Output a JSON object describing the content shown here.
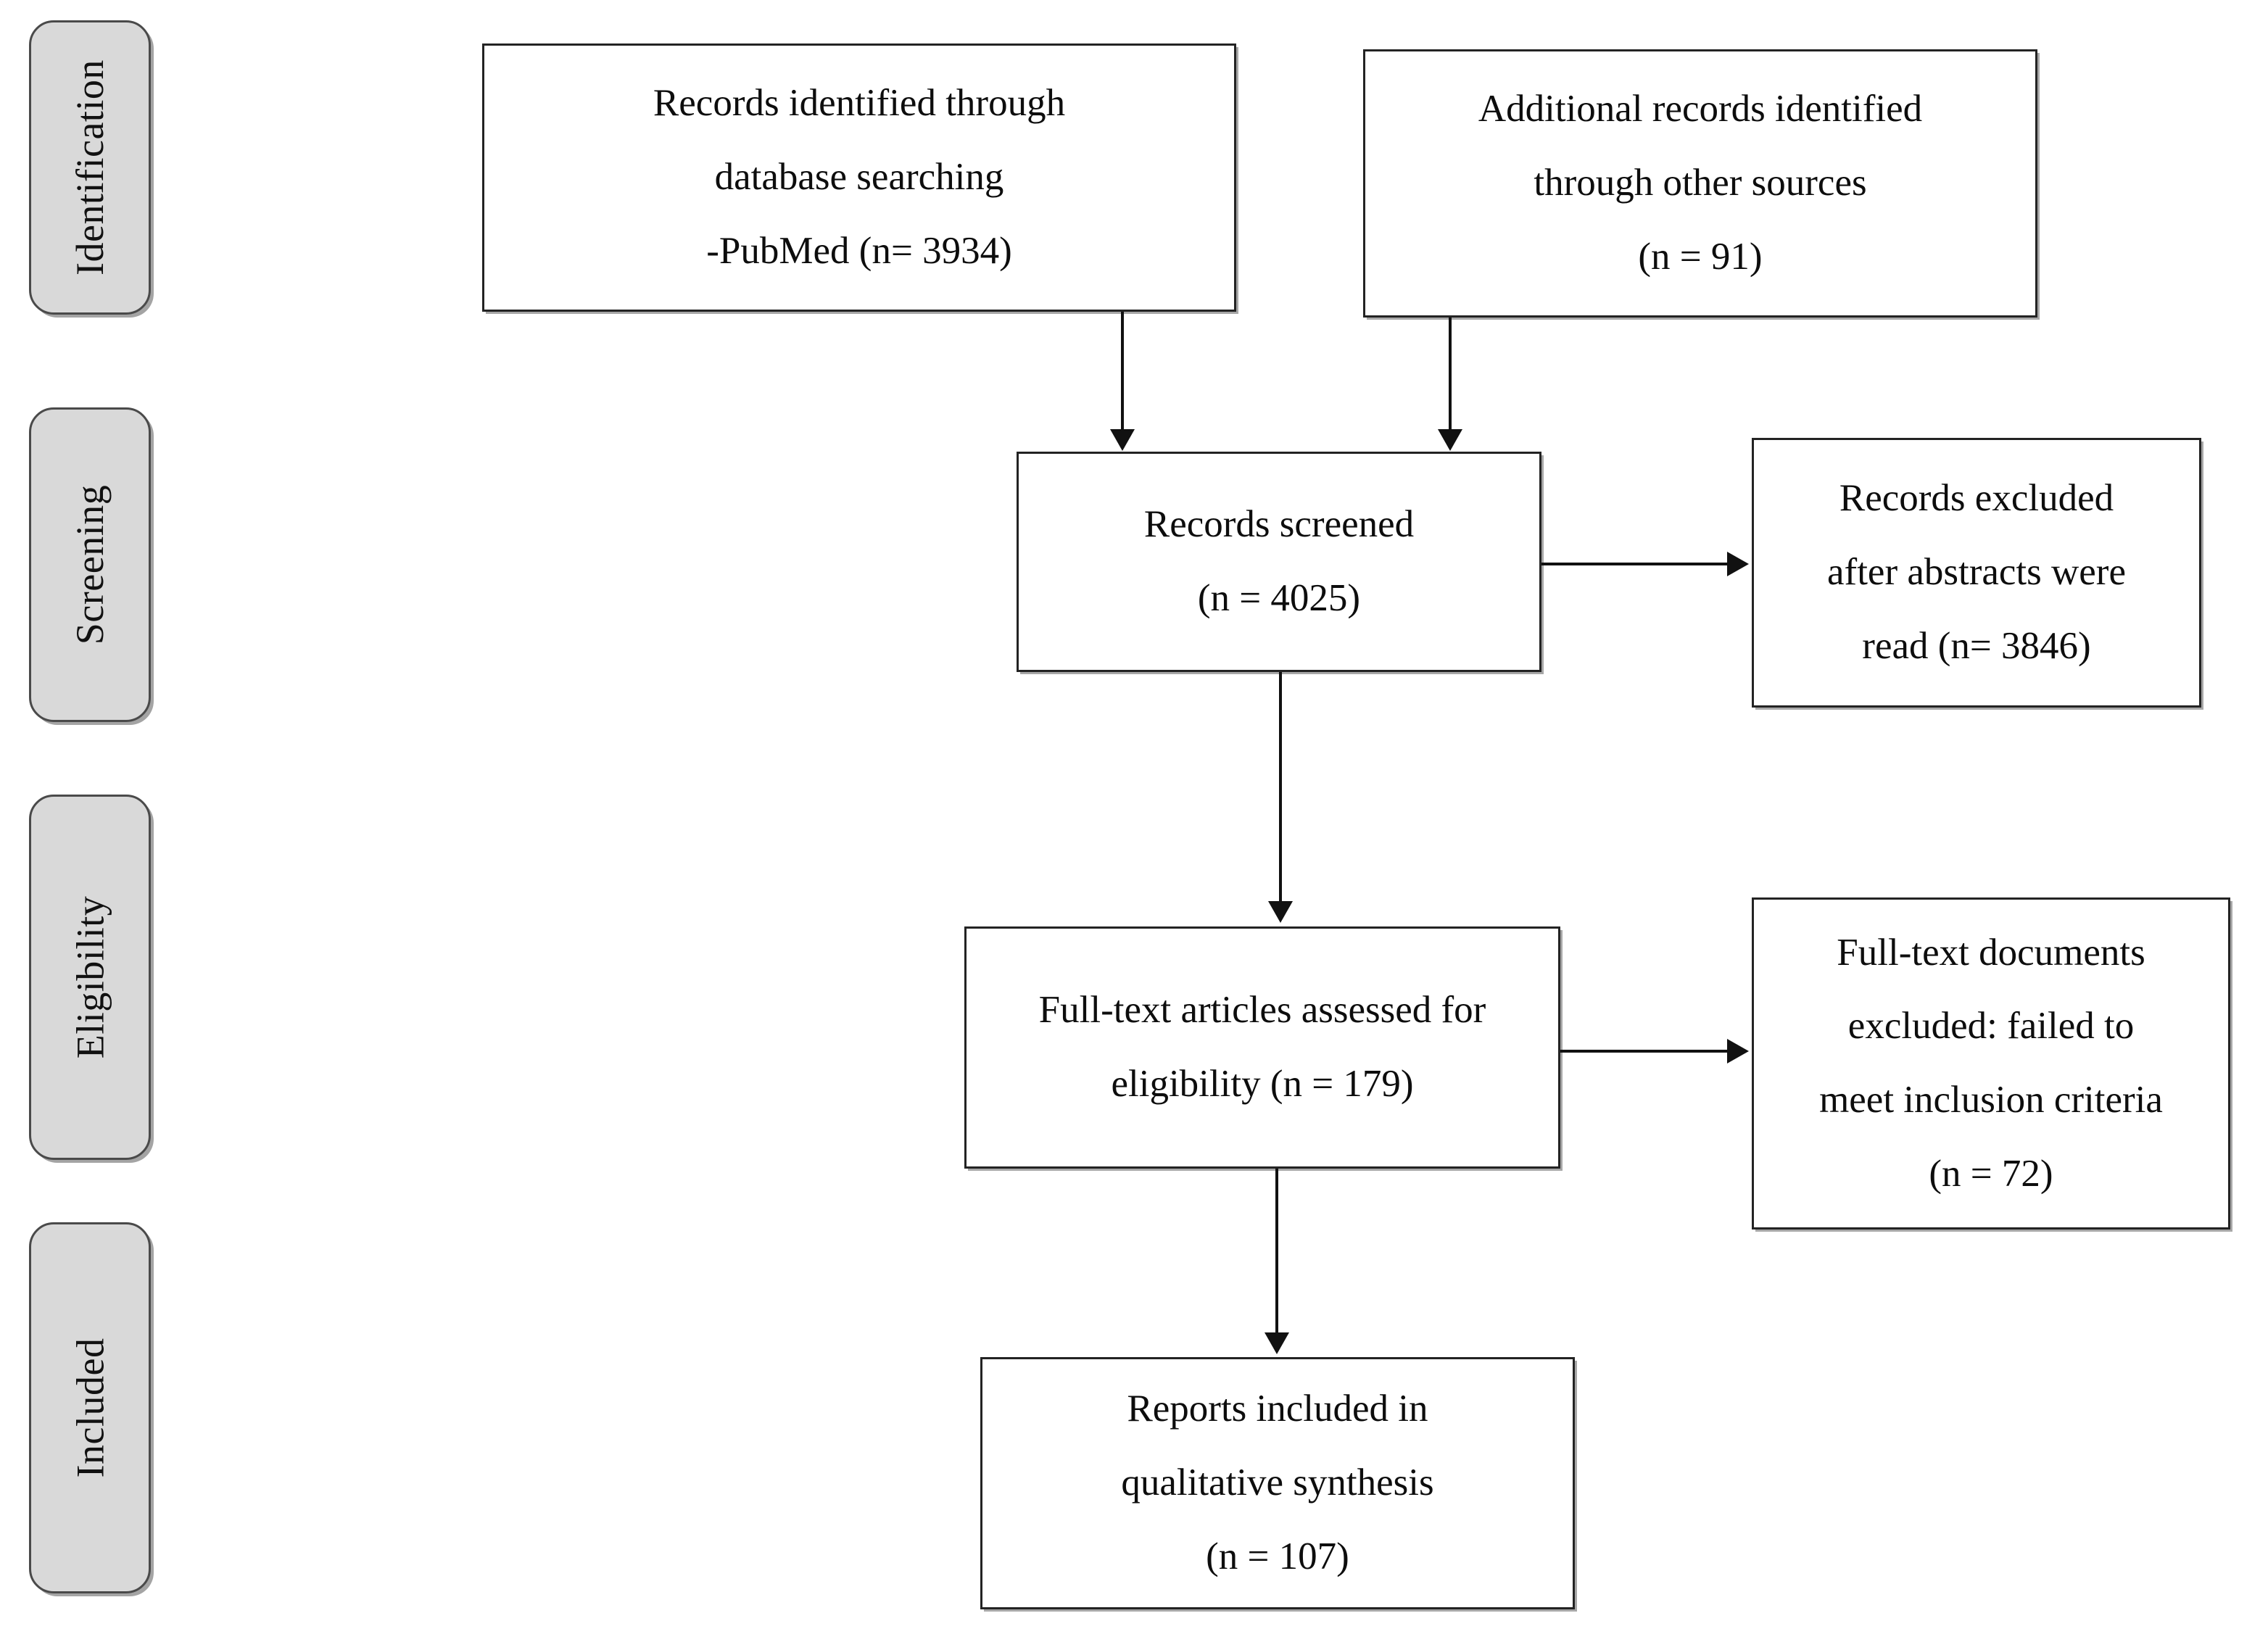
{
  "diagram": {
    "title": "PRISMA study selection flow diagram",
    "type": "flowchart",
    "border_color": "#232323",
    "pill_fill_color": "#d9d9d9",
    "pill_border_color": "#4a4a4a",
    "connector_color": "#111111"
  },
  "stages": [
    {
      "label": "Identification"
    },
    {
      "label": "Screening"
    },
    {
      "label": "Eligibility"
    },
    {
      "label": "Included"
    }
  ],
  "boxes": {
    "records_identified": {
      "name": "Records identified through database searching",
      "lines": [
        "Records identified through",
        "database searching",
        "-PubMed (n= 3934)"
      ],
      "count": 3934
    },
    "additional_records": {
      "name": "Additional records identified through other sources",
      "lines": [
        "Additional records identified",
        "through other sources",
        "(n = 91)"
      ],
      "count": 91
    },
    "records_screened": {
      "name": "Records screened",
      "lines": [
        "Records screened",
        "(n = 4025)"
      ],
      "count": 4025
    },
    "records_excluded": {
      "name": "Records excluded after abstracts were read",
      "lines": [
        "Records excluded",
        "after abstracts were",
        "read (n= 3846)"
      ],
      "count": 3846
    },
    "fulltext_assessed": {
      "name": "Full-text articles assessed for eligibility",
      "lines": [
        "Full-text articles assessed for",
        "eligibility (n = 179)"
      ],
      "count": 179
    },
    "fulltext_excluded": {
      "name": "Full-text documents excluded: failed to meet inclusion criteria",
      "lines": [
        "Full-text documents",
        "excluded: failed to",
        "meet inclusion criteria",
        "(n = 72)"
      ],
      "count": 72
    },
    "reports_included": {
      "name": "Reports included in qualitative synthesis",
      "lines": [
        "Reports included in",
        "qualitative synthesis",
        "(n = 107)"
      ],
      "count": 107
    }
  }
}
